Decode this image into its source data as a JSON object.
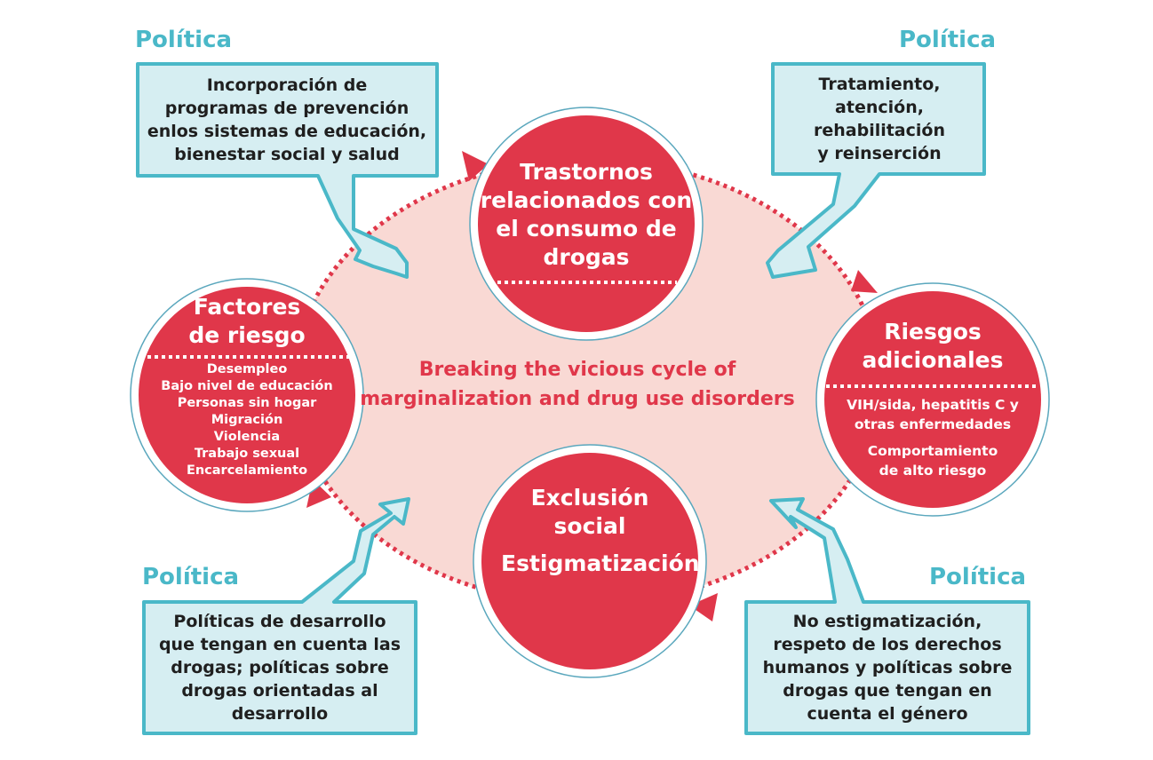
{
  "center_caption": [
    "Breaking the vicious cycle of",
    "marginalization and drug use disorders"
  ],
  "colors": {
    "accent_red": "#e0374a",
    "ring_blue": "#5aa7bd",
    "policy_teal": "#4ab8c8",
    "box_fill": "#d6eef2",
    "ellipse_fill": "#f9d9d4"
  },
  "circles": {
    "top": {
      "title": [
        "Trastornos",
        "relacionados con",
        "el consumo de",
        "drogas"
      ]
    },
    "left": {
      "title": [
        "Factores",
        "de riesgo"
      ],
      "items": [
        "Desempleo",
        "Bajo nivel de educación",
        "Personas sin hogar",
        "Migración",
        "Violencia",
        "Trabajo sexual",
        "Encarcelamiento"
      ]
    },
    "right": {
      "title": [
        "Riesgos",
        "adicionales"
      ],
      "items": [
        "VIH/sida, hepatitis C y",
        "otras enfermedades",
        "Comportamiento",
        "de alto riesgo"
      ]
    },
    "bottom": {
      "title": [
        "Exclusión",
        "social"
      ],
      "subtitle": "Estigmatización"
    }
  },
  "policies": {
    "top_left": {
      "label": "Política",
      "lines": [
        "Incorporación de",
        "programas de prevención",
        "enlos sistemas de educación,",
        "bienestar social y salud"
      ]
    },
    "top_right": {
      "label": "Política",
      "lines": [
        "Tratamiento,",
        "atención,",
        "rehabilitación",
        "y reinserción"
      ]
    },
    "bottom_left": {
      "label": "Política",
      "lines": [
        "Políticas de desarrollo",
        "que tengan en cuenta las",
        "drogas; políticas sobre",
        "drogas orientadas al",
        "desarrollo"
      ]
    },
    "bottom_right": {
      "label": "Política",
      "lines": [
        "No estigmatización,",
        "respeto de los derechos",
        "humanos y políticas sobre",
        "drogas que tengan en",
        "cuenta el género"
      ]
    }
  }
}
